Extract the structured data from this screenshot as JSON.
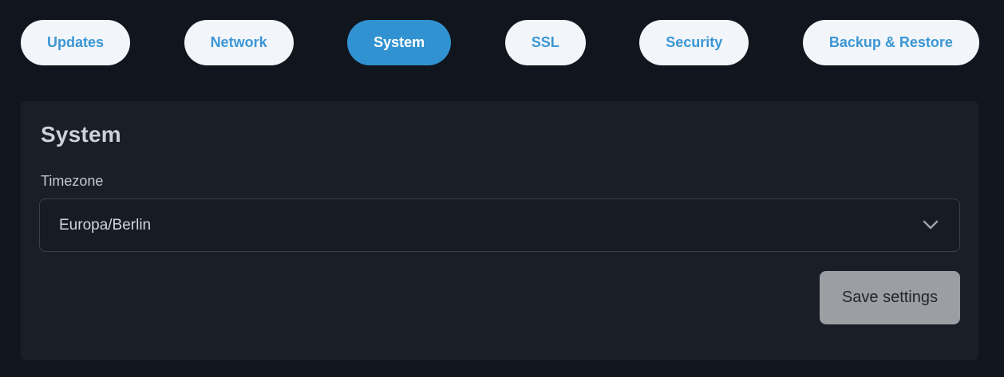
{
  "tabs": [
    {
      "label": "Updates",
      "active": false
    },
    {
      "label": "Network",
      "active": false
    },
    {
      "label": "System",
      "active": true
    },
    {
      "label": "SSL",
      "active": false
    },
    {
      "label": "Security",
      "active": false
    },
    {
      "label": "Backup & Restore",
      "active": false
    }
  ],
  "panel": {
    "title": "System",
    "timezone": {
      "label": "Timezone",
      "value": "Europa/Berlin"
    },
    "save_button_label": "Save settings"
  },
  "colors": {
    "page_background": "#11151d",
    "card_background": "#1a1e27",
    "tab_active_blue": "#3192d1",
    "tab_text_blue": "#3b96d4",
    "tab_inactive_background": "#f2f6fa",
    "select_background": "#171b24",
    "select_border": "#3a404c",
    "save_button_gray": "#9b9ea3",
    "heading_text": "#ced2d7"
  }
}
